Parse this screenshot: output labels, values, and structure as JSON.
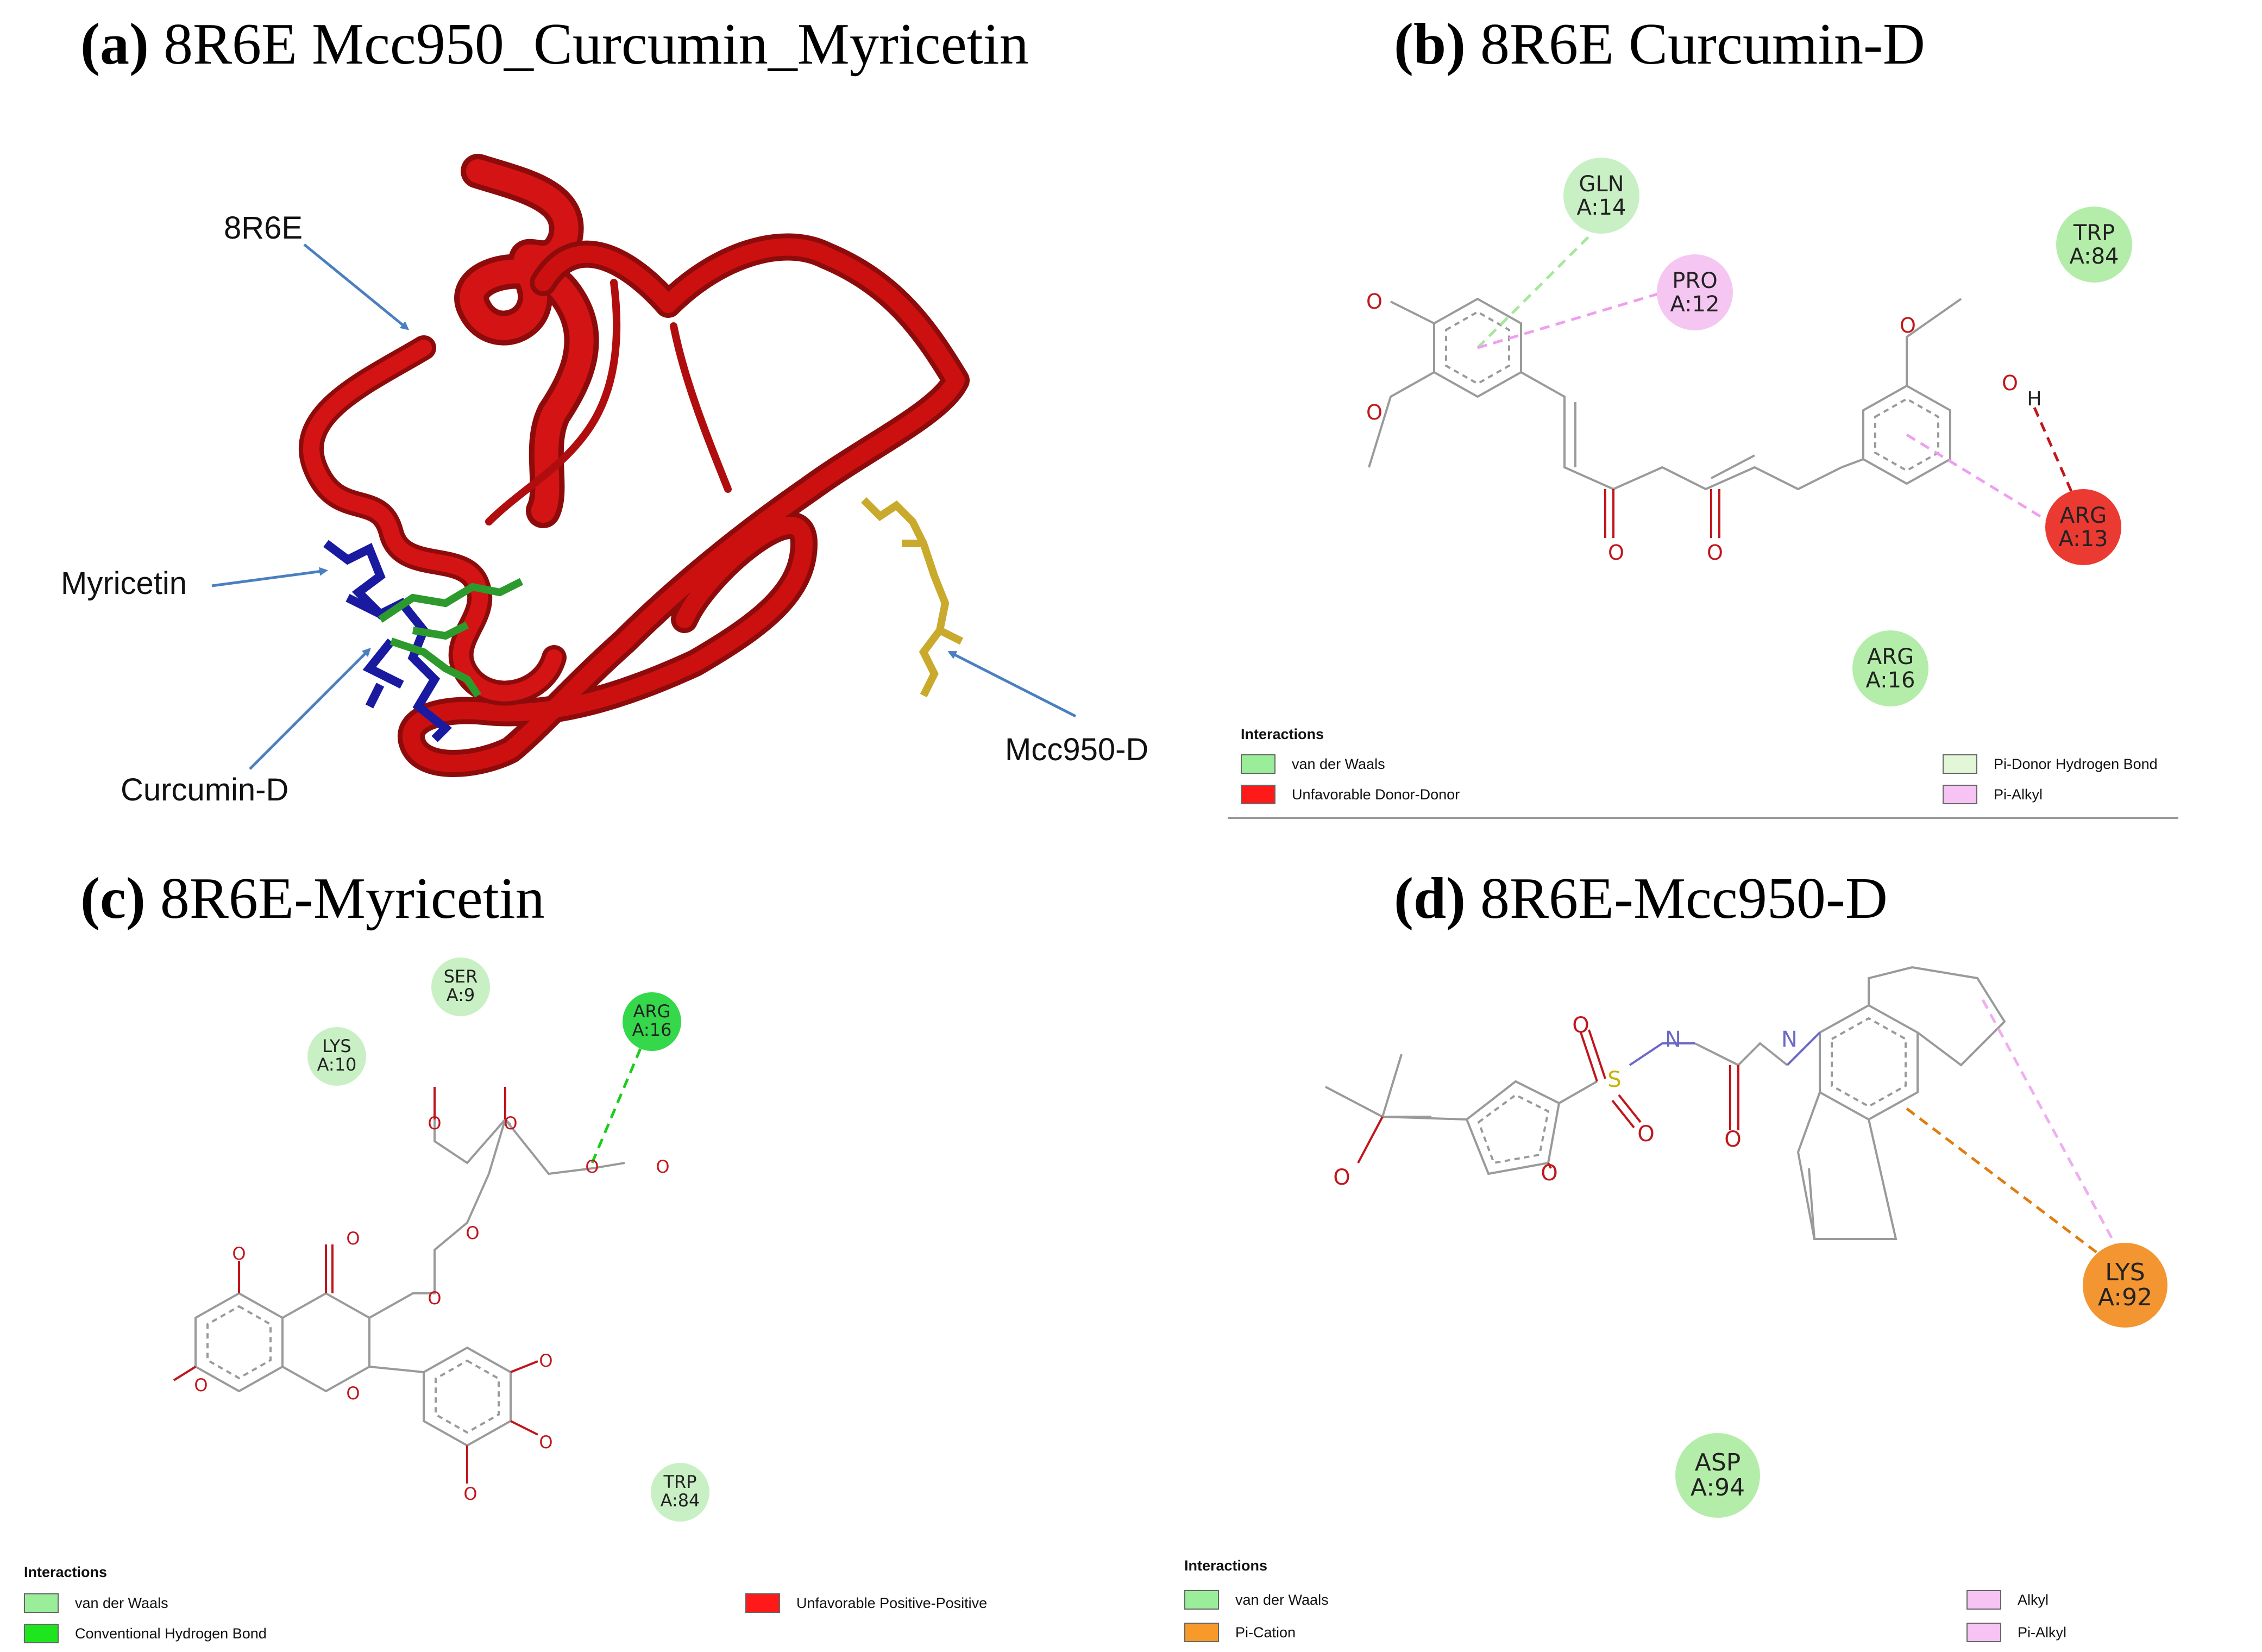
{
  "panels": {
    "a": {
      "letter": "(a)",
      "title": "8R6E Mcc950_Curcumin_Myricetin"
    },
    "b": {
      "letter": "(b)",
      "title": "8R6E Curcumin-D"
    },
    "c": {
      "letter": "(c)",
      "title": "8R6E-Myricetin"
    },
    "d": {
      "letter": "(d)",
      "title": "8R6E-Mcc950-D"
    }
  },
  "panel_a_labels": {
    "protein": "8R6E",
    "myricetin": "Myricetin",
    "curcumin": "Curcumin-D",
    "mcc950": "Mcc950-D"
  },
  "residues_b": [
    {
      "name": "GLN",
      "chain": "A:14",
      "color": "#c9f0c4"
    },
    {
      "name": "PRO",
      "chain": "A:12",
      "color": "#f5c6f2"
    },
    {
      "name": "TRP",
      "chain": "A:84",
      "color": "#b4eda9"
    },
    {
      "name": "ARG",
      "chain": "A:13",
      "color": "#ea3a32"
    },
    {
      "name": "ARG",
      "chain": "A:16",
      "color": "#b4eda9"
    }
  ],
  "atoms_b": {
    "o1": "O",
    "o2": "O",
    "o3": "O",
    "o4": "O",
    "o5": "O",
    "o6": "O",
    "h": "H"
  },
  "legend_b": {
    "title": "Interactions",
    "items": [
      {
        "label": "van der Waals",
        "color": "#9aee9a"
      },
      {
        "label": "Unfavorable Donor-Donor",
        "color": "#ff1a1a"
      },
      {
        "label": "Pi-Donor Hydrogen Bond",
        "color": "#e2f6d8"
      },
      {
        "label": "Pi-Alkyl",
        "color": "#f7c3f5"
      }
    ]
  },
  "residues_c": [
    {
      "name": "SER",
      "chain": "A:9",
      "color": "#c9f0c4"
    },
    {
      "name": "LYS",
      "chain": "A:10",
      "color": "#c9f0c4"
    },
    {
      "name": "ARG",
      "chain": "A:16",
      "color": "#34d84a"
    },
    {
      "name": "TRP",
      "chain": "A:84",
      "color": "#c9f0c4"
    }
  ],
  "atoms_c": {
    "o": "O"
  },
  "legend_c": {
    "title": "Interactions",
    "items": [
      {
        "label": "van der Waals",
        "color": "#9aee9a"
      },
      {
        "label": "Conventional Hydrogen Bond",
        "color": "#1ee61e"
      },
      {
        "label": "Unfavorable Positive-Positive",
        "color": "#ff1a1a"
      }
    ]
  },
  "residues_d": [
    {
      "name": "LYS",
      "chain": "A:92",
      "color": "#f39530"
    },
    {
      "name": "ASP",
      "chain": "A:94",
      "color": "#b4eda9"
    }
  ],
  "atoms_d": {
    "o": "O",
    "s": "S",
    "n": "N"
  },
  "legend_d": {
    "title": "Interactions",
    "items": [
      {
        "label": "van der Waals",
        "color": "#9aee9a"
      },
      {
        "label": "Pi-Cation",
        "color": "#f79a2a"
      },
      {
        "label": "Alkyl",
        "color": "#f7c3f5"
      },
      {
        "label": "Pi-Alkyl",
        "color": "#f7c3f5"
      }
    ]
  }
}
